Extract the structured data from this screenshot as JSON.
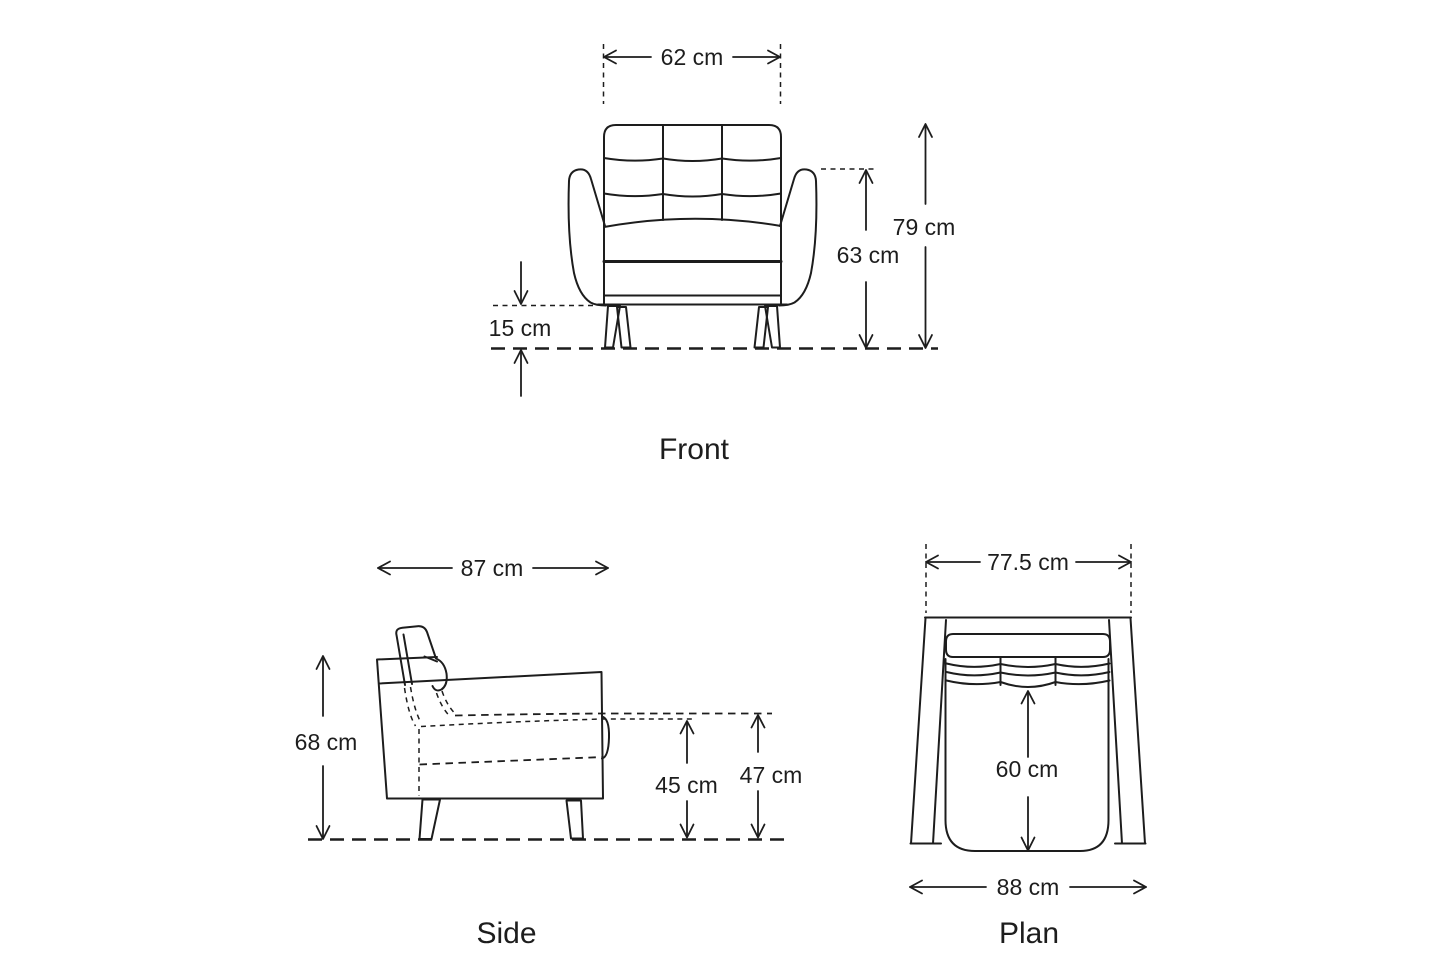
{
  "background": "#ffffff",
  "line_color": "#1d1d1d",
  "views": {
    "front": {
      "label": "Front",
      "dims": {
        "width": "62 cm",
        "overall_height": "79 cm",
        "arm_height": "63 cm",
        "under_clearance": "15 cm"
      }
    },
    "side": {
      "label": "Side",
      "dims": {
        "depth": "87 cm",
        "back_height": "68 cm",
        "seat_height": "45 cm",
        "seat_front_height": "47 cm"
      }
    },
    "plan": {
      "label": "Plan",
      "dims": {
        "back_width": "77.5 cm",
        "seat_depth": "60 cm",
        "front_width": "88 cm"
      }
    }
  }
}
